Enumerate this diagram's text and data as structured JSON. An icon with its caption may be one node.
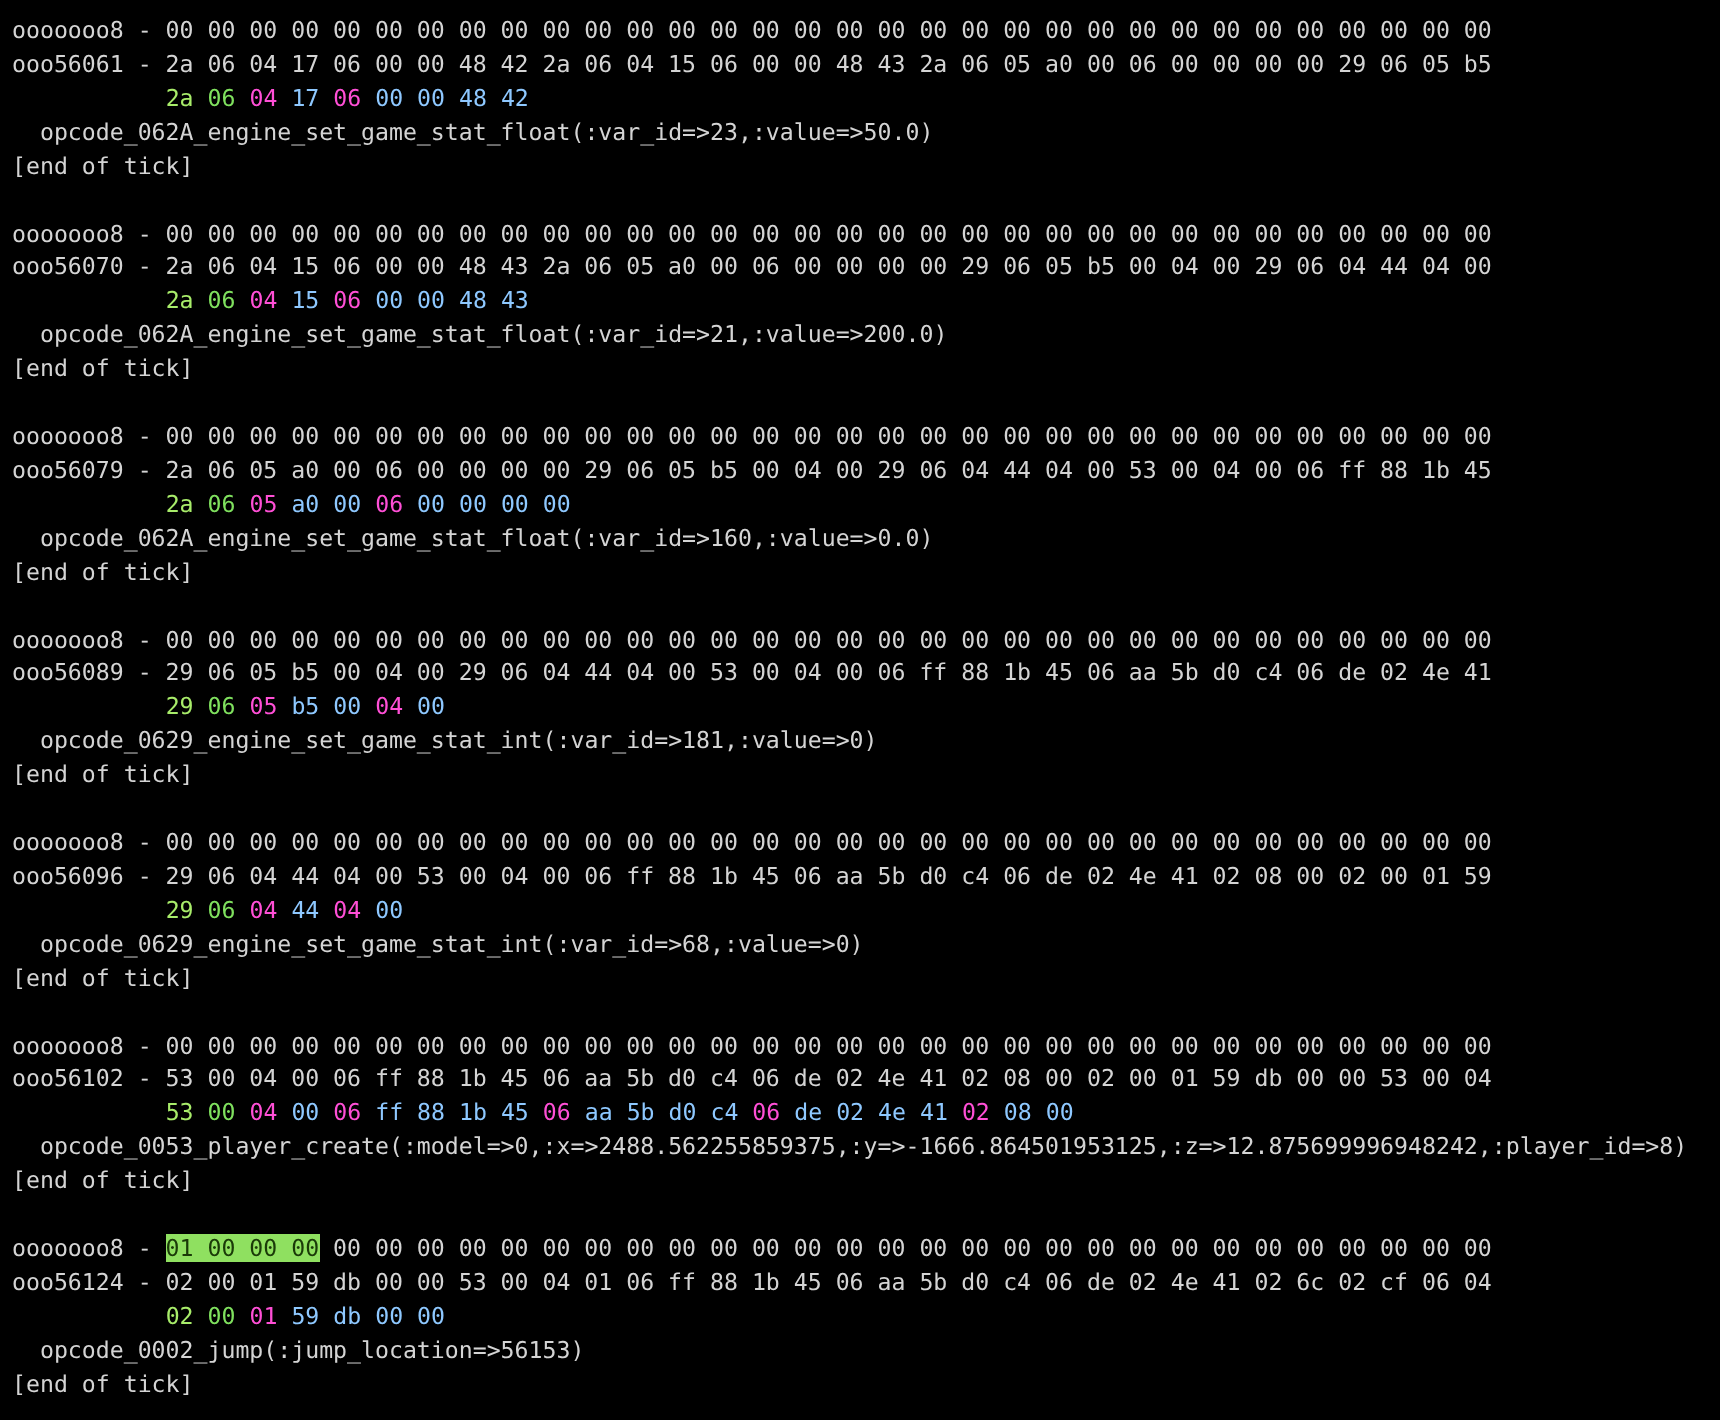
{
  "diagram": {
    "labels": [
      "ooooooo8 - 00 00 00 00 00 00 00 00 00 00 00 00 00 00 00 00 00 00 00 00 00 00 00 00 00 00 00 00 00 00 00 00",
      "ooo56061 - 2a 06 04 17 06 00 00 48 42 2a 06 04 15 06 00 00 48 43 2a 06 05 a0 00 06 00 00 00 00 29 06 05 b5",
      "2a 06 04 17 06 00 00 48 42",
      "opcode_062A_engine_set_game_stat_float(:var_id=>23,:value=>50.0)",
      "[end of tick]",
      "ooooooo8 - 00 00 00 00 00 00 00 00 00 00 00 00 00 00 00 00 00 00 00 00 00 00 00 00 00 00 00 00 00 00 00 00",
      "ooo56070 - 2a 06 04 15 06 00 00 48 43 2a 06 05 a0 00 06 00 00 00 00 29 06 05 b5 00 04 00 29 06 04 44 04 00",
      "2a 06 04 15 06 00 00 48 43",
      "opcode_062A_engine_set_game_stat_float(:var_id=>21,:value=>200.0)",
      "[end of tick]",
      "ooooooo8 - 00 00 00 00 00 00 00 00 00 00 00 00 00 00 00 00 00 00 00 00 00 00 00 00 00 00 00 00 00 00 00 00",
      "ooo56079 - 2a 06 05 a0 00 06 00 00 00 00 29 06 05 b5 00 04 00 29 06 04 44 04 00 53 00 04 00 06 ff 88 1b 45",
      "2a 06 05 a0 00 06 00 00 00 00",
      "opcode_062A_engine_set_game_stat_float(:var_id=>160,:value=>0.0)",
      "[end of tick]",
      "ooooooo8 - 00 00 00 00 00 00 00 00 00 00 00 00 00 00 00 00 00 00 00 00 00 00 00 00 00 00 00 00 00 00 00 00",
      "ooo56089 - 29 06 05 b5 00 04 00 29 06 04 44 04 00 53 00 04 00 06 ff 88 1b 45 06 aa 5b d0 c4 06 de 02 4e 41",
      "29 06 05 b5 00 04 00",
      "opcode_0629_engine_set_game_stat_int(:var_id=>181,:value=>0)",
      "[end of tick]",
      "ooooooo8 - 00 00 00 00 00 00 00 00 00 00 00 00 00 00 00 00 00 00 00 00 00 00 00 00 00 00 00 00 00 00 00 00",
      "ooo56096 - 29 06 04 44 04 00 53 00 04 00 06 ff 88 1b 45 06 aa 5b d0 c4 06 de 02 4e 41 02 08 00 02 00 01 59",
      "29 06 04 44 04 00",
      "opcode_0629_engine_set_game_stat_int(:var_id=>68,:value=>0)",
      "[end of tick]",
      "ooooooo8 - 00 00 00 00 00 00 00 00 00 00 00 00 00 00 00 00 00 00 00 00 00 00 00 00 00 00 00 00 00 00 00 00",
      "ooo56102 - 53 00 04 00 06 ff 88 1b 45 06 aa 5b d0 c4 06 de 02 4e 41 02 08 00 02 00 01 59 db 00 00 53 00 04",
      "53 00 04 00 06 ff 88 1b 45 06 aa 5b d0 c4 06 de 02 4e 41 02 08 00",
      "opcode_0053_player_create(:model=>0,:x=>2488.562255859375,:y=>-1666.864501953125,:z=>12.875699996948242,:player_id=>8)",
      "[end of tick]",
      "ooooooo8 - 01 00 00 00 00 00 00 00 00 00 00 00 00 00 00 00 00 00 00 00 00 00 00 00 00 00 00 00 00 00 00 00",
      "ooo56124 - 02 00 01 59 db 00 00 53 00 04 01 06 ff 88 1b 45 06 aa 5b d0 c4 06 de 02 4e 41 02 6c 02 cf 06 04",
      "02 00 01 59 db 00 00",
      "opcode_0002_jump(:jump_location=>56153)",
      "[end of tick]"
    ]
  }
}
